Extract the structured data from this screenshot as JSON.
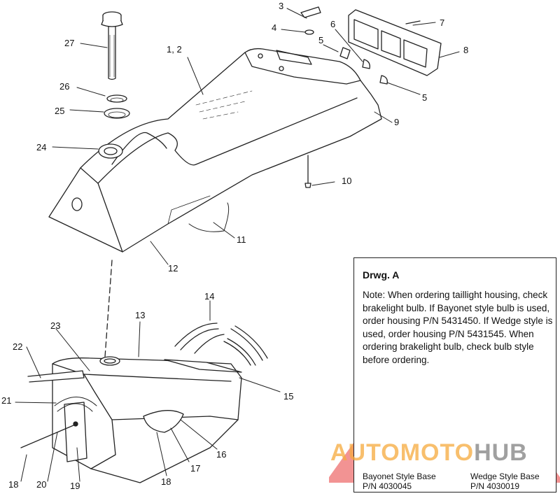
{
  "callouts": {
    "c1_2": "1, 2",
    "c3": "3",
    "c4": "4",
    "c5a": "5",
    "c5b": "5",
    "c6": "6",
    "c7": "7",
    "c8": "8",
    "c9": "9",
    "c10": "10",
    "c11": "11",
    "c12": "12",
    "c13": "13",
    "c14": "14",
    "c15": "15",
    "c16": "16",
    "c17": "17",
    "c18a": "18",
    "c18b": "18",
    "c19": "19",
    "c20": "20",
    "c21": "21",
    "c22": "22",
    "c23": "23",
    "c24": "24",
    "c25": "25",
    "c26": "26",
    "c27": "27"
  },
  "note": {
    "title": "Drwg. A",
    "text": "Note: When ordering taillight housing, check brakelight bulb.  If Bayonet style bulb is used, order housing P/N 5431450.  If Wedge style is used, order housing P/N 5431545.  When ordering brakelight bulb, check bulb style before ordering.",
    "bayonet_name": "Bayonet Style Base",
    "bayonet_pn": "P/N 4030045",
    "wedge_name": "Wedge Style Base",
    "wedge_pn": "P/N 4030019"
  },
  "watermark": {
    "part1": "AUTOMOTO",
    "part2": "HUB"
  },
  "colors": {
    "line": "#222222",
    "watermark_red": "#e83a3a",
    "watermark_orange": "#f5aa3c"
  }
}
